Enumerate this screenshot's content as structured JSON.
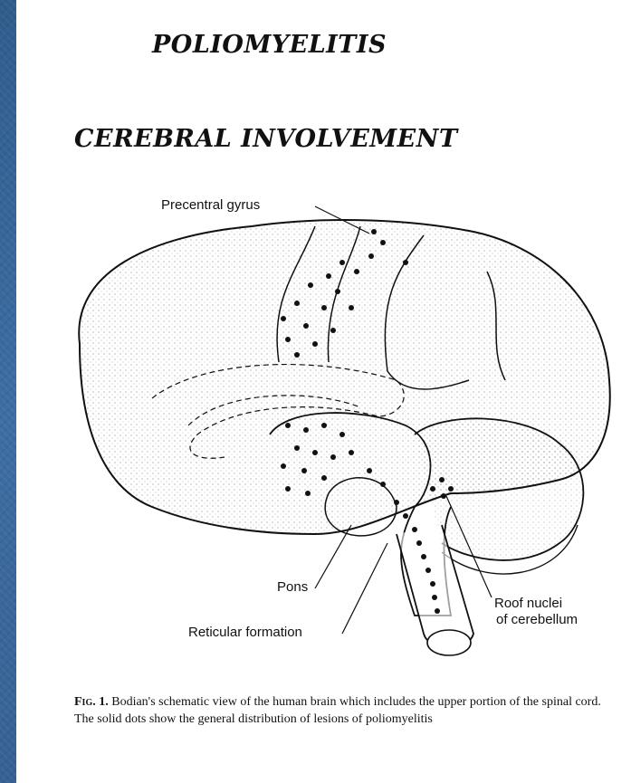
{
  "title": "POLIOMYELITIS",
  "subtitle": "CEREBRAL INVOLVEMENT",
  "figure": {
    "labels": {
      "precentral": "Precentral gyrus",
      "pons": "Pons",
      "reticular": "Reticular formation",
      "roof1": "Roof nuclei",
      "roof2": "of cerebellum"
    },
    "caption_fig": "Fig. 1.",
    "caption_text": "Bodian's schematic view of the human brain which includes the upper portion of the spinal cord. The solid dots show the general distribution of lesions of poliomyelitis"
  }
}
